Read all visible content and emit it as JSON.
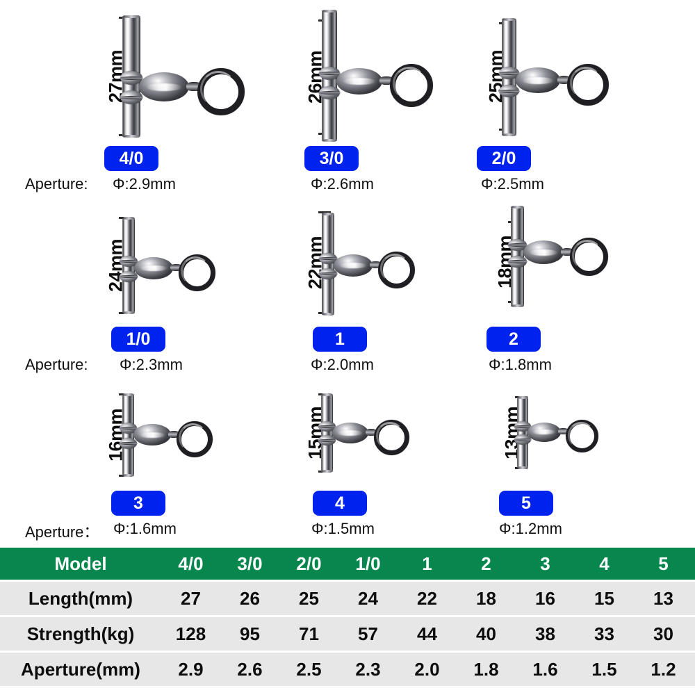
{
  "theme": {
    "badge_blue": "#0022ee",
    "table_header_green": "#07874d",
    "table_row_gray": "#e7e7e7",
    "text_dark": "#0d0d0d"
  },
  "products": [
    {
      "model": "4/0",
      "length_label": "27mm",
      "aperture_prefix": "Aperture:",
      "aperture_value": "Φ:2.9mm",
      "show_prefix": true
    },
    {
      "model": "3/0",
      "length_label": "26mm",
      "aperture_prefix": "",
      "aperture_value": "Φ:2.6mm",
      "show_prefix": false
    },
    {
      "model": "2/0",
      "length_label": "25mm",
      "aperture_prefix": "",
      "aperture_value": "Φ:2.5mm",
      "show_prefix": false
    },
    {
      "model": "1/0",
      "length_label": "24mm",
      "aperture_prefix": "Aperture:",
      "aperture_value": "Φ:2.3mm",
      "show_prefix": true
    },
    {
      "model": "1",
      "length_label": "22mm",
      "aperture_prefix": "",
      "aperture_value": "Φ:2.0mm",
      "show_prefix": false
    },
    {
      "model": "2",
      "length_label": "18mm",
      "aperture_prefix": "",
      "aperture_value": "Φ:1.8mm",
      "show_prefix": false
    },
    {
      "model": "3",
      "length_label": "16mm",
      "aperture_prefix": "Aperture：",
      "aperture_value": "Φ:1.6mm",
      "show_prefix": true
    },
    {
      "model": "4",
      "length_label": "15mm",
      "aperture_prefix": "",
      "aperture_value": "Φ:1.5mm",
      "show_prefix": false
    },
    {
      "model": "5",
      "length_label": "13mm",
      "aperture_prefix": "",
      "aperture_value": "Φ:1.2mm",
      "show_prefix": false
    }
  ],
  "chart_data": {
    "type": "table",
    "title": "",
    "columns": [
      "Model",
      "4/0",
      "3/0",
      "2/0",
      "1/0",
      "1",
      "2",
      "3",
      "4",
      "5"
    ],
    "rows": [
      {
        "label": "Length(mm)",
        "values": [
          "27",
          "26",
          "25",
          "24",
          "22",
          "18",
          "16",
          "15",
          "13"
        ]
      },
      {
        "label": "Strength(kg)",
        "values": [
          "128",
          "95",
          "71",
          "57",
          "44",
          "40",
          "38",
          "33",
          "30"
        ]
      },
      {
        "label": "Aperture(mm)",
        "values": [
          "2.9",
          "2.6",
          "2.5",
          "2.3",
          "2.0",
          "1.8",
          "1.6",
          "1.5",
          "1.2"
        ]
      }
    ]
  }
}
